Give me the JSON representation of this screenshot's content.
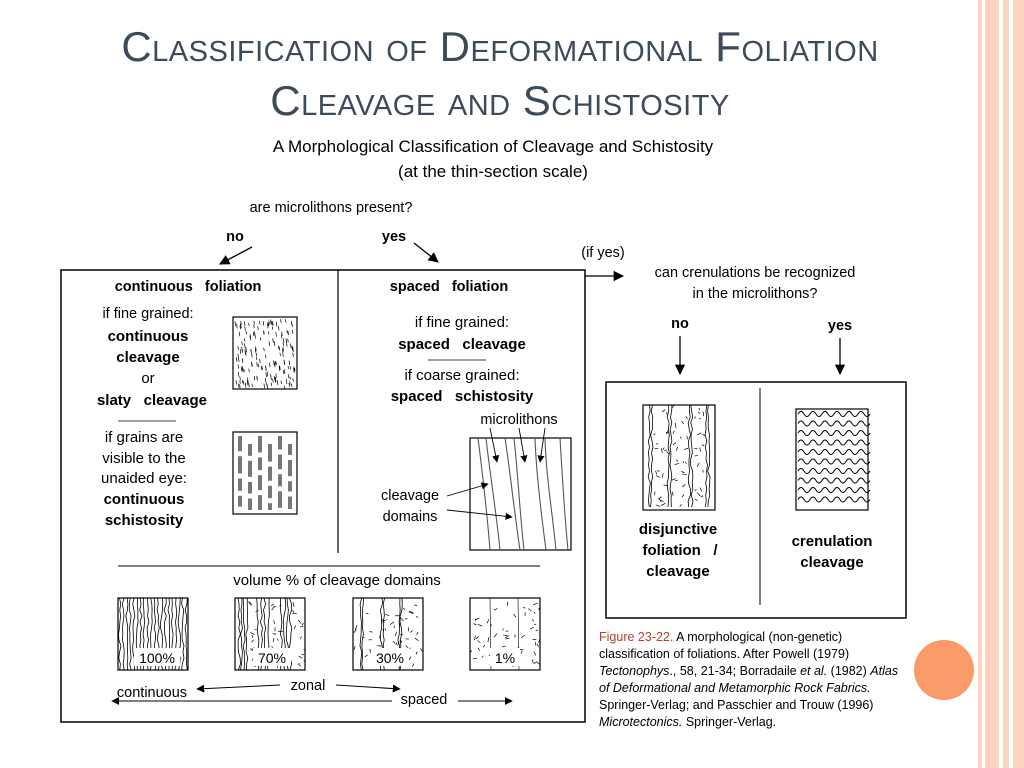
{
  "slide": {
    "title_line1": "Classification of Deformational Foliation",
    "title_line2": "Cleavage and Schistosity"
  },
  "figure": {
    "heading": "A Morphological Classification of Cleavage and Schistosity",
    "subheading": "(at the thin-section scale)",
    "question1": "are microlithons present?",
    "no": "no",
    "yes": "yes",
    "if_yes": "(if yes)",
    "question2_line1": "can crenulations be recognized",
    "question2_line2": "in the microlithons?",
    "continuous_header": "continuous   foliation",
    "spaced_header": "spaced   foliation",
    "fine_grained": "if fine grained:",
    "continuous_cleavage_1": "continuous",
    "continuous_cleavage_2": "cleavage",
    "or": "or",
    "slaty_cleavage": "slaty   cleavage",
    "grains_1": "if grains are",
    "grains_2": "visible to the",
    "grains_3": "unaided eye:",
    "cont_schist_1": "continuous",
    "cont_schist_2": "schistosity",
    "spaced_fine": "if fine grained:",
    "spaced_cleavage": "spaced   cleavage",
    "coarse_grained": "if coarse grained:",
    "spaced_schistosity": "spaced   schistosity",
    "microlithons": "microlithons",
    "cleavage_domains_1": "cleavage",
    "cleavage_domains_2": "domains",
    "volume_label": "volume % of cleavage domains",
    "pct_100": "100%",
    "pct_70": "70%",
    "pct_30": "30%",
    "pct_1": "1%",
    "continuous": "continuous",
    "zonal": "zonal",
    "spaced": "spaced",
    "disjunctive_1": "disjunctive",
    "disjunctive_2": "foliation   /",
    "disjunctive_3": "cleavage",
    "crenulation_1": "crenulation",
    "crenulation_2": "cleavage"
  },
  "caption": {
    "figure_label": "Figure 23-22.",
    "t1": " A morphological (non-genetic) classification of foliations. After Powell (1979) ",
    "journal": "Tectonophys",
    "t2": "., 58, 21-34; Borradaile ",
    "etal": "et al.",
    "t3": " (1982) ",
    "atlas": "Atlas of Deformational and Metamorphic Rock Fabrics.",
    "t4": " Springer-Verlag; and Passchier and Trouw (1996) ",
    "micro": "Microtectonics.",
    "t5": " Springer-Verlag."
  },
  "colors": {
    "title": "#3d4a5c",
    "accent_circle": "#fa9b69",
    "rail": "#fbd3bf",
    "figure_label": "#c0392b"
  }
}
